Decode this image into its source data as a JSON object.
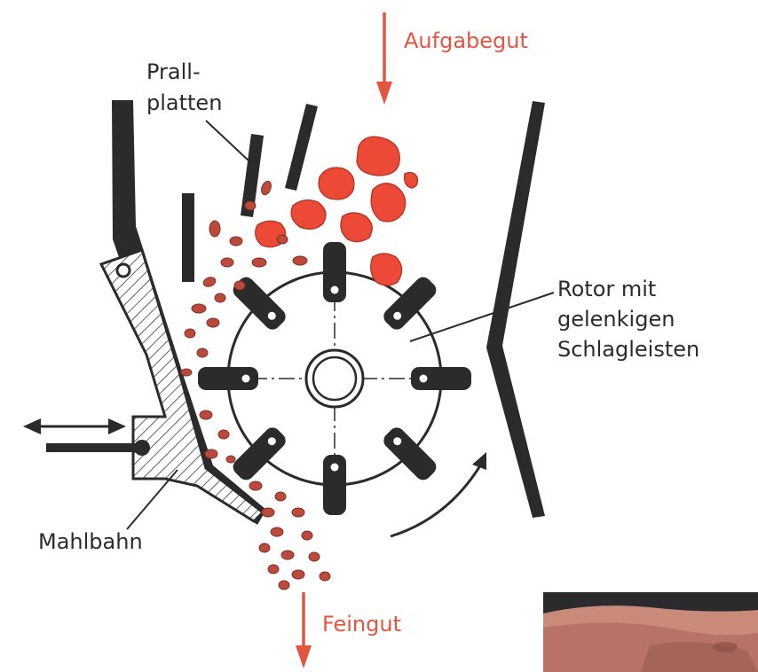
{
  "labels": {
    "feed": "Aufgabegut",
    "impact_plates_line1": "Prall-",
    "impact_plates_line2": "platten",
    "rotor_line1": "Rotor mit",
    "rotor_line2": "gelenkigen",
    "rotor_line3": "Schlagleisten",
    "grinding_track": "Mahlbahn",
    "fine_product": "Feingut"
  },
  "colors": {
    "ink": "#2b2b2b",
    "accent_red": "#e2553f",
    "coarse_fill": "#ec4a36",
    "coarse_edge": "#b8382a",
    "fine_fill": "#b94a3c",
    "hatch": "#3a3a3a"
  },
  "icons": {
    "inset": "skin-photo"
  }
}
